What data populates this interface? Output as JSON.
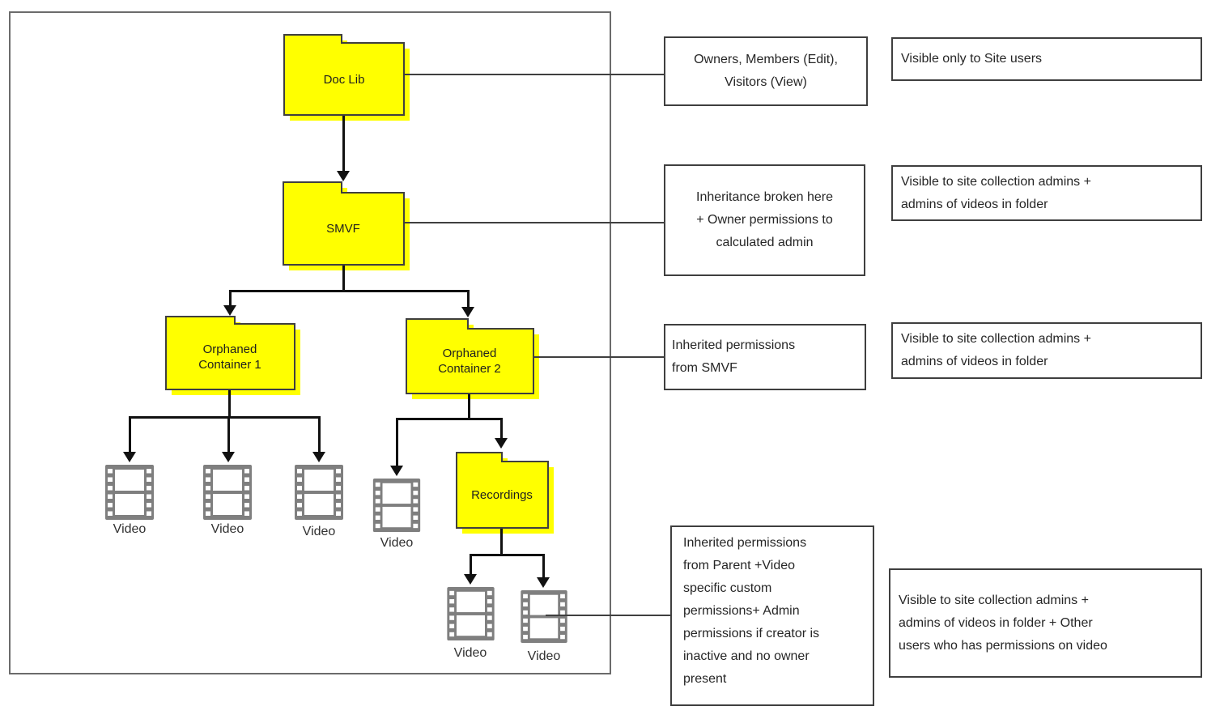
{
  "folders": [
    {
      "name": "doc-lib",
      "label": "Doc Lib"
    },
    {
      "name": "smvf",
      "label": "SMVF"
    },
    {
      "name": "orphaned-container-1",
      "label": "Orphaned Container 1"
    },
    {
      "name": "orphaned-container-2",
      "label": "Orphaned Container 2"
    },
    {
      "name": "recordings",
      "label": "Recordings"
    }
  ],
  "videos": [
    {
      "label": "Video"
    },
    {
      "label": "Video"
    },
    {
      "label": "Video"
    },
    {
      "label": "Video"
    },
    {
      "label": "Video"
    },
    {
      "label": "Video"
    }
  ],
  "annotations": [
    {
      "name": "doc-lib-groups",
      "text": "Owners, Members (Edit), Visitors (View)"
    },
    {
      "name": "doc-lib-visibility",
      "text": "Visible only to Site users"
    },
    {
      "name": "smvf-permissions",
      "text": "Inheritance broken here + Owner permissions to calculated admin"
    },
    {
      "name": "smvf-visibility",
      "text": "Visible to site collection admins + admins of videos in folder"
    },
    {
      "name": "orphaned-container-permissions",
      "text": "Inherited permissions from SMVF"
    },
    {
      "name": "orphaned-container-visibility",
      "text": "Visible to site collection admins + admins of videos in folder"
    },
    {
      "name": "video-permissions",
      "text": "Inherited permissions from Parent +Video specific custom permissions+ Admin permissions if creator is inactive and no owner present"
    },
    {
      "name": "video-visibility",
      "text": "Visible to site collection admins + admins of videos in folder + Other users who has permissions on video"
    }
  ],
  "colors": {
    "folder_fill": "#ffff00",
    "folder_border": "#3f3f3f",
    "connector": "#111111",
    "callout_border": "#3f3f3f",
    "video_icon": "#7f7f7f"
  }
}
